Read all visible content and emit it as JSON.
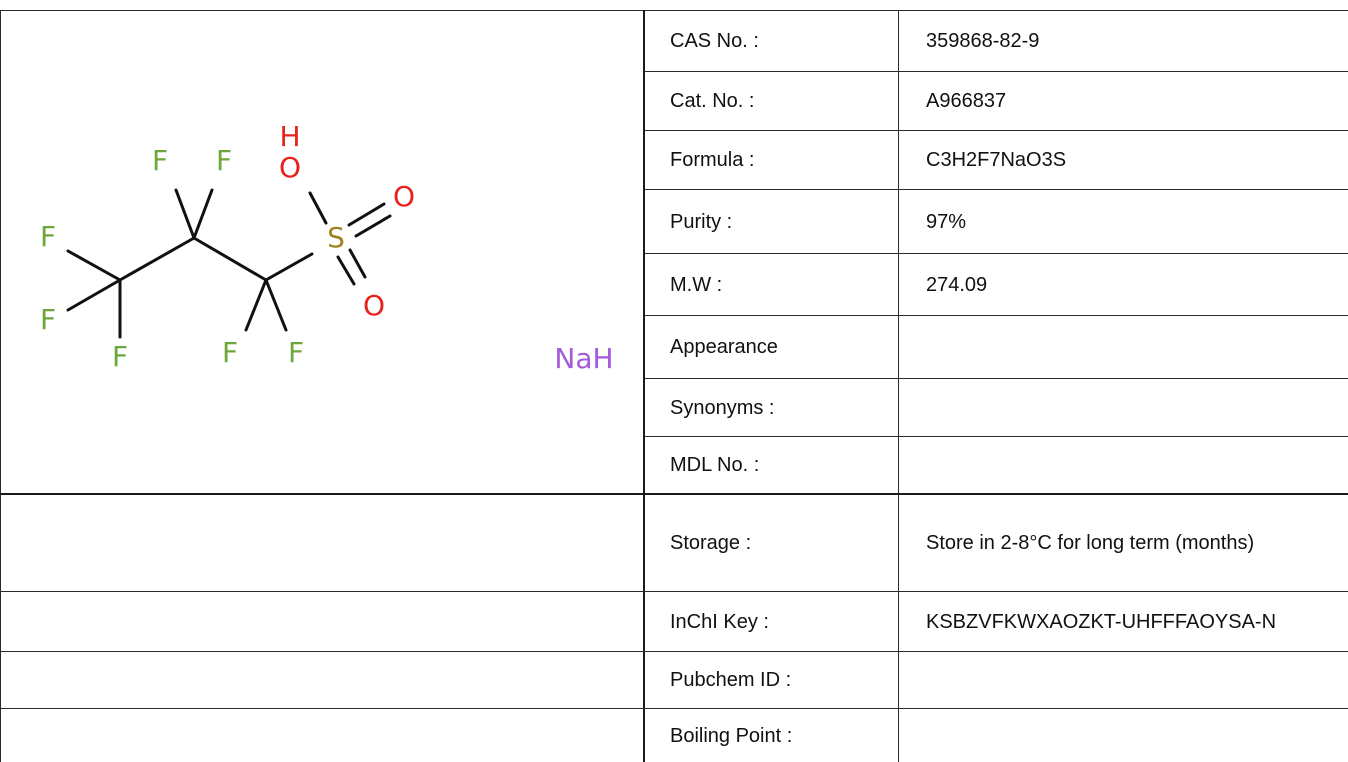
{
  "structure": {
    "atoms": {
      "H": "H",
      "O_top": "O",
      "O_right": "O",
      "O_bottom": "O",
      "S": "S",
      "F1": "F",
      "F2": "F",
      "F3": "F",
      "F4": "F",
      "F5": "F",
      "F6": "F",
      "F7": "F",
      "NaH": "NaH"
    },
    "colors": {
      "F": "#6aa83c",
      "O": "#e8211c",
      "S": "#a08220",
      "Na": "#a35adb",
      "bond": "#111111"
    }
  },
  "rows": [
    {
      "label": "CAS No. :",
      "value": "359868-82-9"
    },
    {
      "label": "Cat. No. :",
      "value": "A966837"
    },
    {
      "label": "Formula :",
      "value": "C3H2F7NaO3S"
    },
    {
      "label": "Purity :",
      "value": "97%"
    },
    {
      "label": "M.W :",
      "value": "274.09"
    },
    {
      "label": "Appearance",
      "value": ""
    },
    {
      "label": "Synonyms :",
      "value": ""
    },
    {
      "label": "MDL No. :",
      "value": ""
    },
    {
      "label": "Storage :",
      "value": "Store in 2-8°C for long term (months)"
    },
    {
      "label": "InChI Key :",
      "value": "KSBZVFKWXAOZKT-UHFFFAOYSA-N"
    },
    {
      "label": "Pubchem ID :",
      "value": ""
    },
    {
      "label": "Boiling Point :",
      "value": ""
    }
  ]
}
